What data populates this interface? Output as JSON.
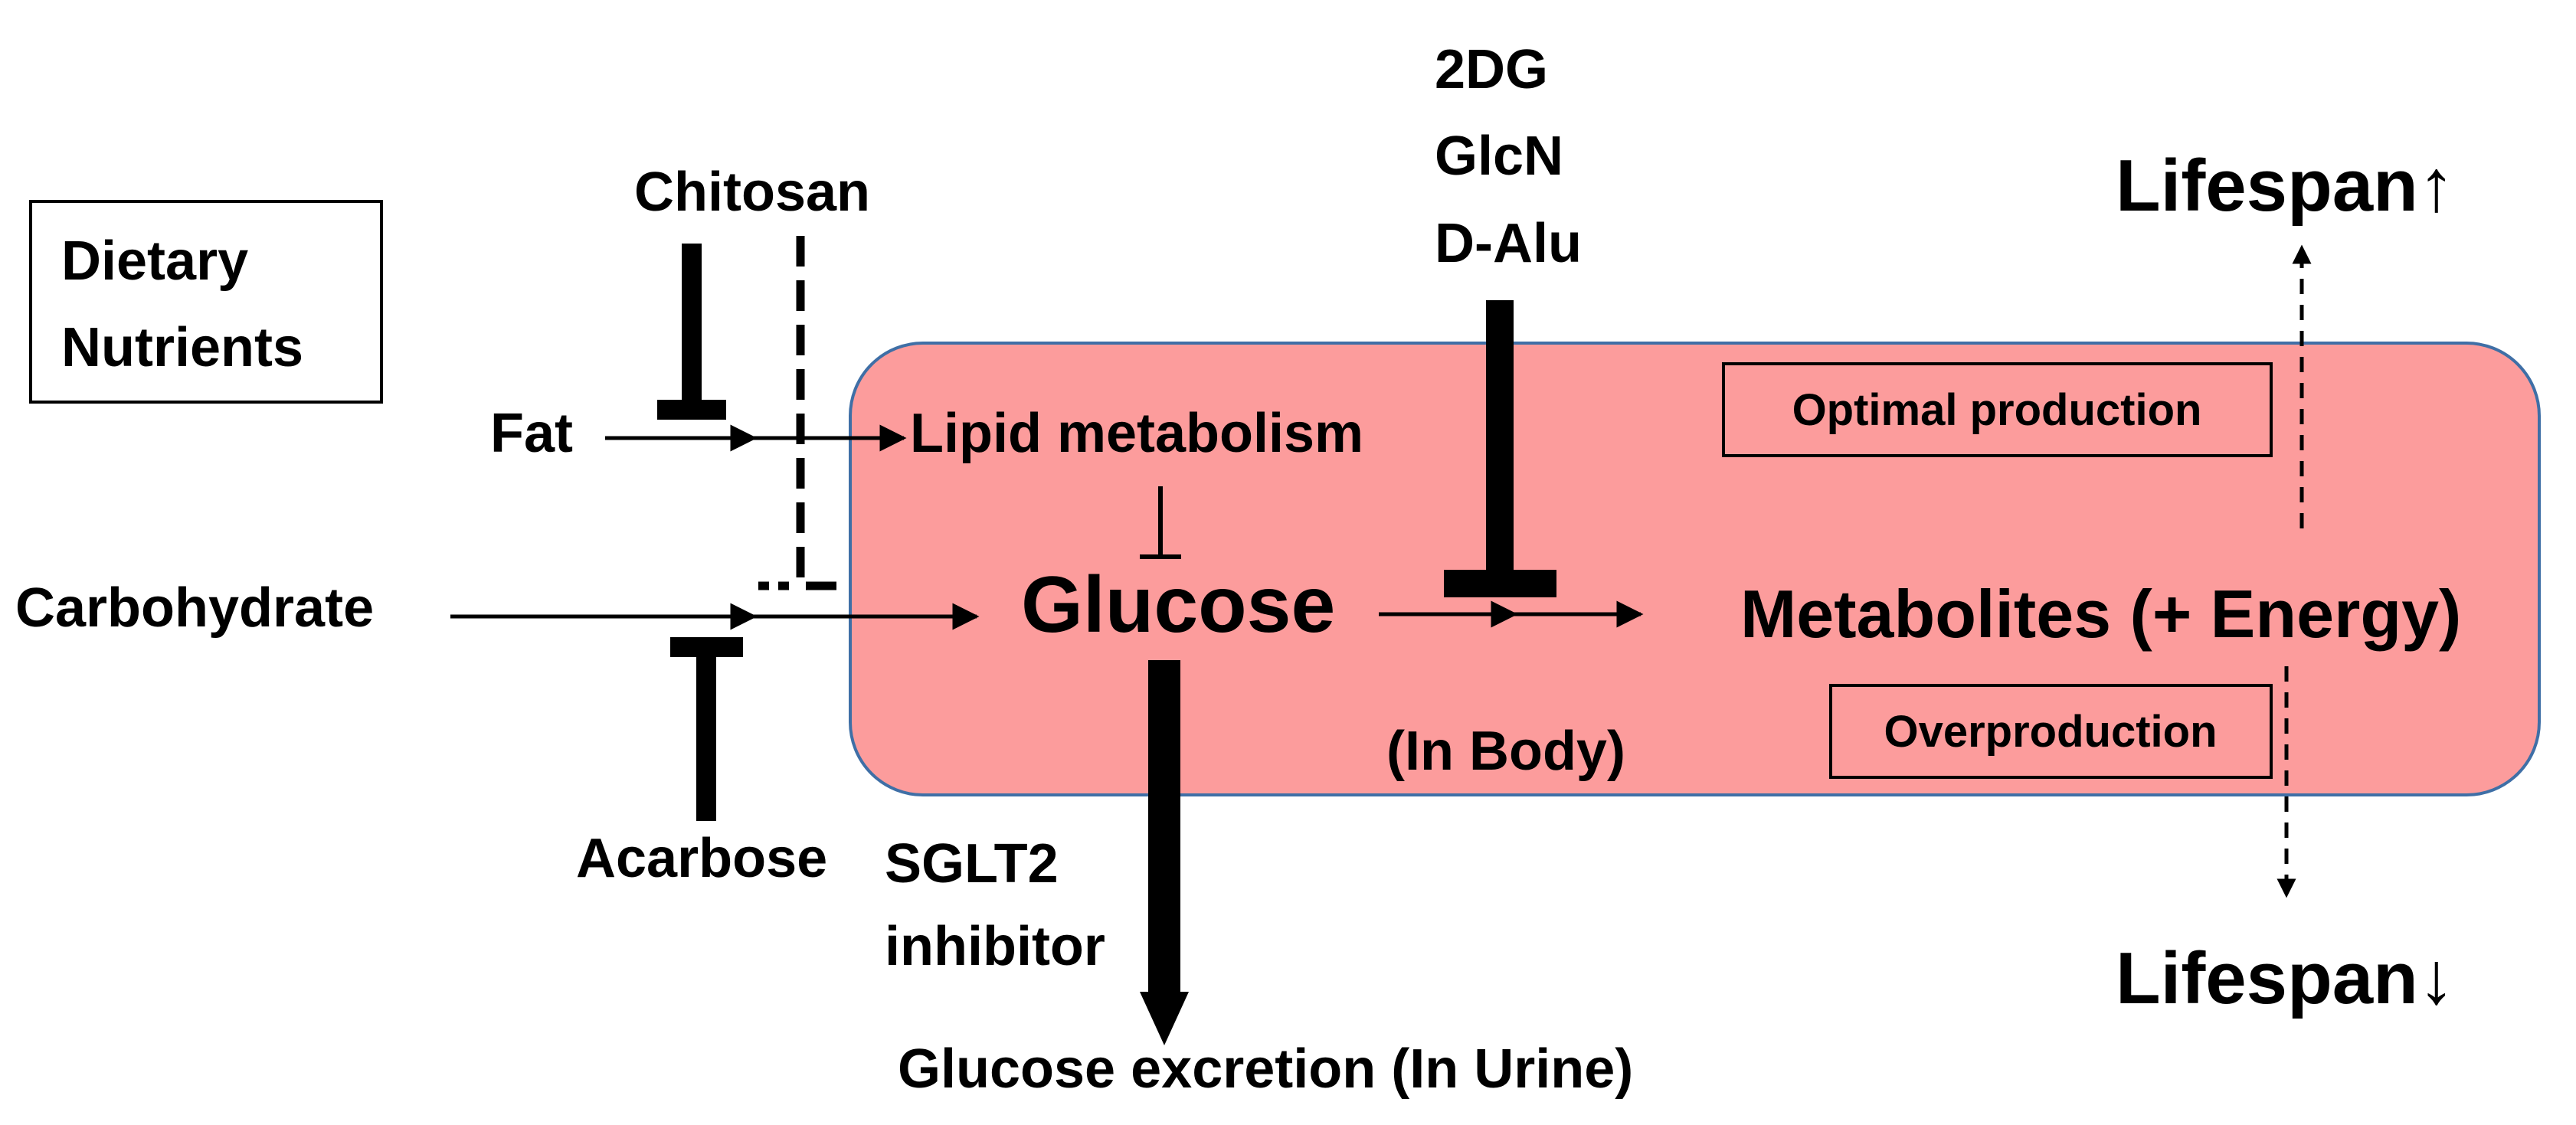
{
  "colors": {
    "body_fill": "#fc9c9c",
    "body_stroke": "#3f6fa6",
    "ink": "#000000"
  },
  "labels": {
    "dietary_nutrients": [
      "Dietary",
      "Nutrients"
    ],
    "chitosan": "Chitosan",
    "fat": "Fat",
    "carbohydrate": "Carbohydrate",
    "acarbose": "Acarbose",
    "lipid_metabolism": "Lipid metabolism",
    "glucose": "Glucose",
    "inhibitors": [
      "2DG",
      "GlcN",
      "D-Alu"
    ],
    "metabolites": "Metabolites (+ Energy)",
    "in_body": "(In Body)",
    "sglt2": [
      "SGLT2",
      "inhibitor"
    ],
    "glucose_excretion": "Glucose excretion (In Urine)",
    "optimal_production": "Optimal production",
    "overproduction": "Overproduction",
    "lifespan_up": "Lifespan↑",
    "lifespan_down": "Lifespan↓"
  }
}
